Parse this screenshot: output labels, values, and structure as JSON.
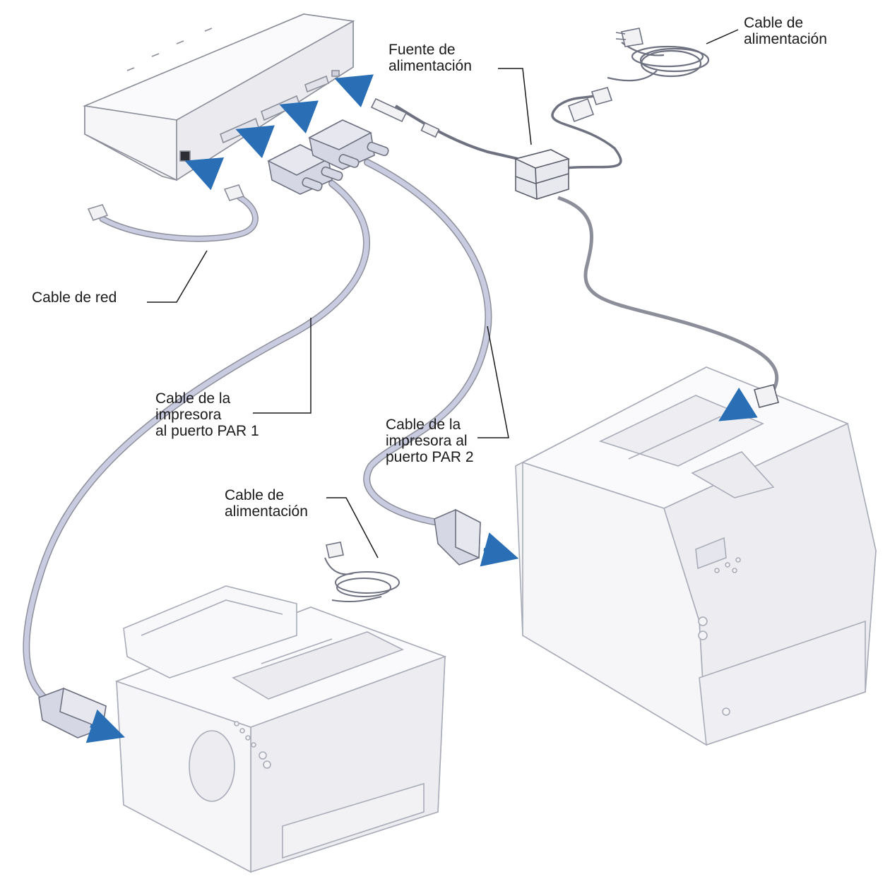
{
  "labels": {
    "power_cable_top": [
      "Cable de",
      "alimentación"
    ],
    "power_supply": [
      "Fuente de",
      "alimentación"
    ],
    "network_cable": [
      "Cable de red"
    ],
    "printer_cable_par1": [
      "Cable de la",
      "impresora",
      "al puerto PAR 1"
    ],
    "printer_cable_par2": [
      "Cable de la",
      "impresora al",
      "puerto PAR 2"
    ],
    "power_cable_bottom": [
      "Cable de",
      "alimentación"
    ]
  },
  "colors": {
    "outline": "#8c8f9a",
    "device_fill": "#f2f2f4",
    "cable": "#c9cbe0",
    "connector": "#d6d7e4",
    "arrow": "#2a6fb5",
    "leader": "#1a1a1a"
  }
}
